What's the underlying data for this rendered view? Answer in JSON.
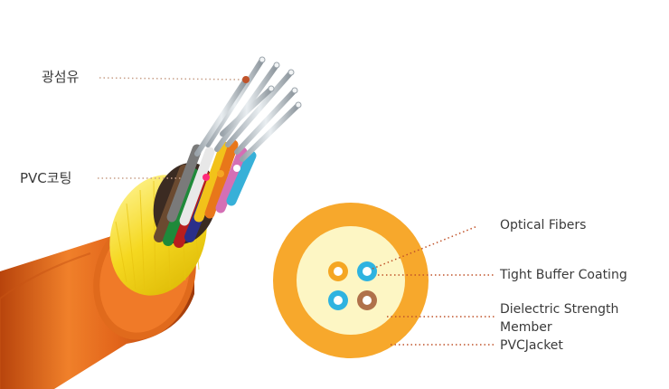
{
  "cable_labels": {
    "fiber": "광섬유",
    "coating": "PVC코팅"
  },
  "cross_section_labels": {
    "optical_fibers": "Optical Fibers",
    "tight_buffer": "Tight Buffer Coating",
    "strength_member_line1": "Dielectric Strength",
    "strength_member_line2": "Member",
    "jacket": "PVCJacket"
  },
  "colors": {
    "jacket_orange": "#e8701a",
    "yarn_yellow": "#f6dc2a",
    "cross_jacket": "#f7a82c",
    "cross_core": "#fdf6c4",
    "fiber_orange": "#f5a623",
    "fiber_blue": "#2fb3e0",
    "fiber_brown": "#b0714a",
    "leader_line": "#c0532a"
  }
}
